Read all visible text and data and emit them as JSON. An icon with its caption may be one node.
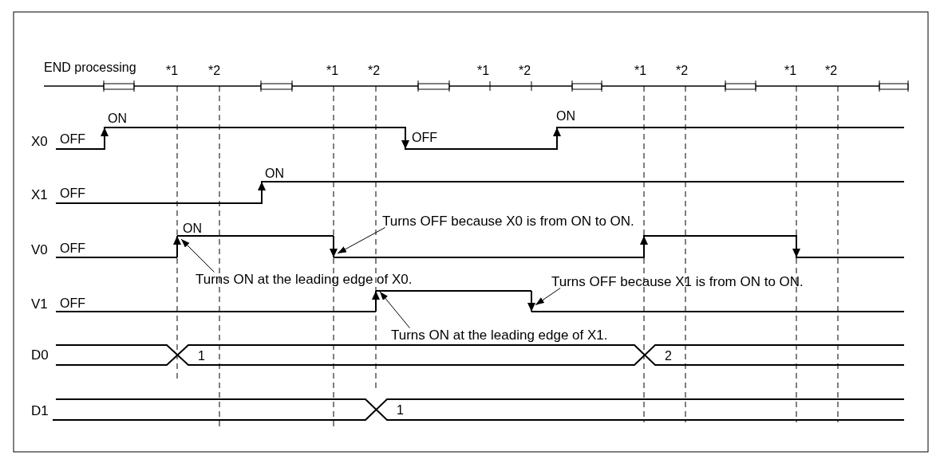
{
  "diagram": {
    "nodes": [
      {
        "text": [
          "Turns OFF because X0 is from ON to ON."
        ]
      },
      {
        "text": [
          "Turns ON at the leading edge of X0."
        ]
      },
      {
        "text": [
          "Turns OFF because X1 is from ON to ON."
        ]
      },
      {
        "text": [
          "Turns ON at the leading edge of X1."
        ]
      },
      {
        "text": [],
        "shape": "line"
      },
      {
        "text": [],
        "shape": "line"
      },
      {
        "text": [],
        "shape": "line"
      },
      {
        "text": [],
        "shape": "line"
      }
    ],
    "edges": [
      {
        "from": 0,
        "to": 5,
        "arrow": "to"
      },
      {
        "from": 1,
        "to": 4,
        "arrow": "to"
      },
      {
        "from": 2,
        "to": 7,
        "arrow": "to"
      },
      {
        "from": 3,
        "to": 6,
        "arrow": "to"
      }
    ],
    "labels": [
      "END processing",
      "*1",
      "*2",
      "*1",
      "*2",
      "*1",
      "*2",
      "*1",
      "*2",
      "*1",
      "*2",
      "ON",
      "ON",
      "X0",
      "OFF",
      "OFF",
      "ON",
      "X1",
      "OFF",
      "ON",
      "V0",
      "OFF",
      "V1",
      "OFF",
      "D0",
      "1",
      "2",
      "D1",
      "1"
    ]
  }
}
